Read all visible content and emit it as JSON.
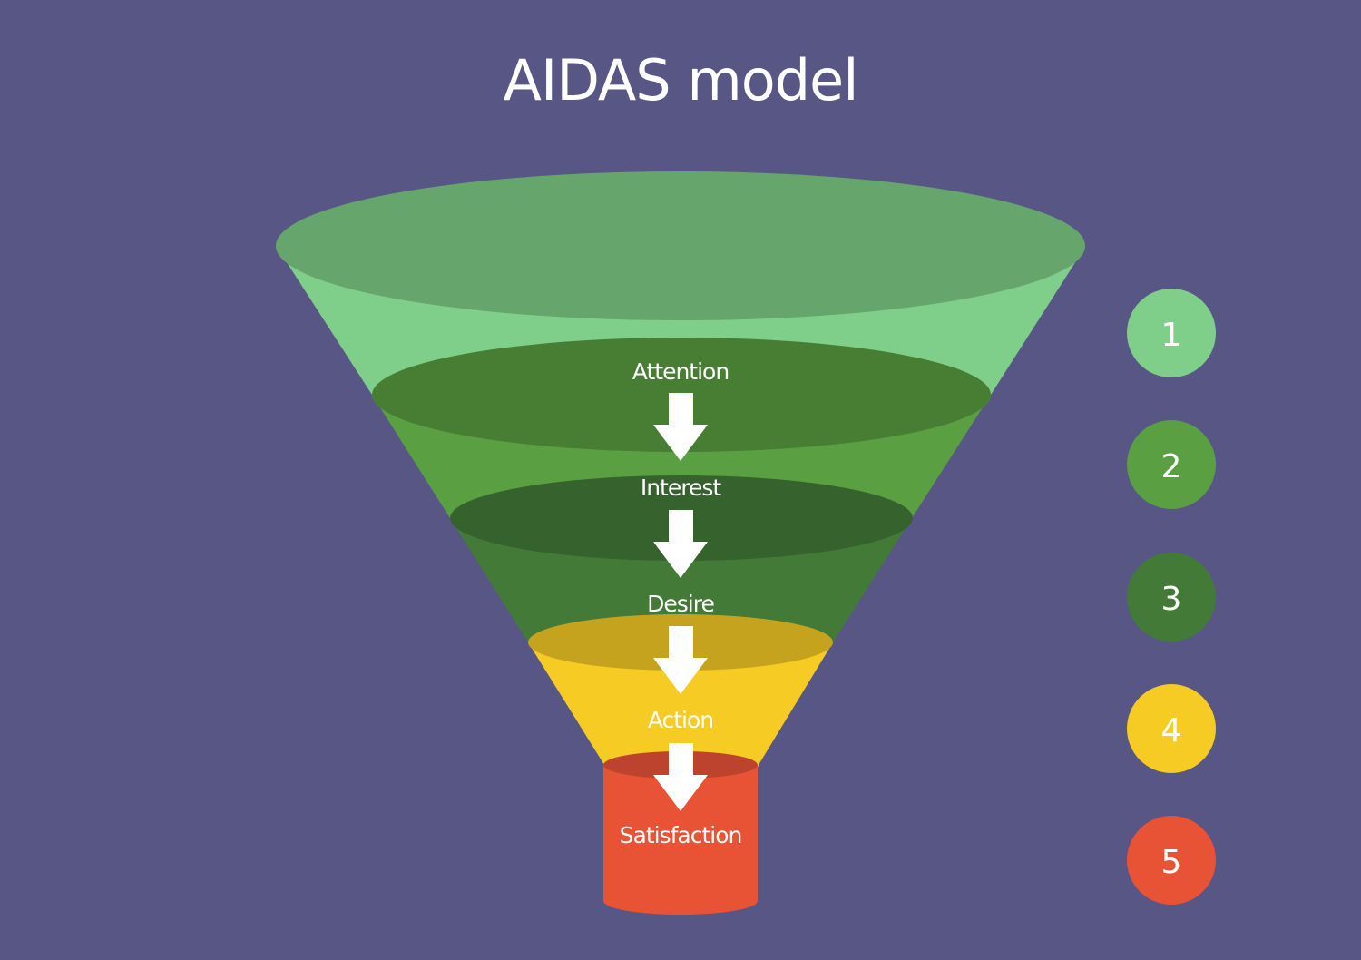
{
  "title": "AIDAS model",
  "stages": [
    {
      "label": "Attention",
      "number": "1",
      "color": "#7fcf8a",
      "top_color": "#66a56c"
    },
    {
      "label": "Interest",
      "number": "2",
      "color": "#5aa042",
      "top_color": "#477e33"
    },
    {
      "label": "Desire",
      "number": "3",
      "color": "#437a38",
      "top_color": "#36622e"
    },
    {
      "label": "Action",
      "number": "4",
      "color": "#f5cb24",
      "top_color": "#c6a31f"
    },
    {
      "label": "Satisfaction",
      "number": "5",
      "color": "#e85336",
      "top_color": "#bd432e"
    }
  ]
}
